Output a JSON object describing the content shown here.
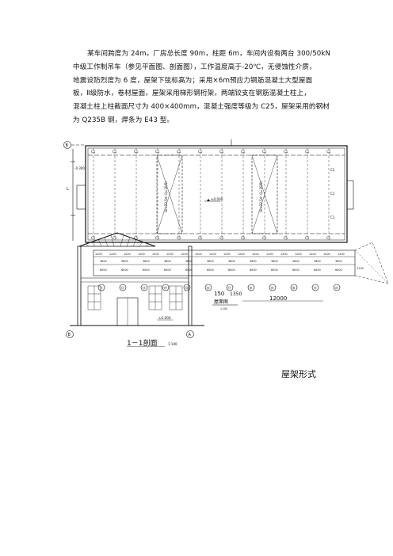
{
  "problem": {
    "lines": [
      "某车间跨度为 24m，厂房总长度 90m，柱距 6m，车间内设有两台 300/50kN",
      "中级工作制吊车（参见平面图、剖面图），工作温度高于-20℃，无侵蚀性介质，",
      "地震设防烈度为 6 度，屋架下弦标高为；采用×6ｍ预应力钢筋混凝土大型屋面",
      "板，Ⅱ级防水，卷材屋面，屋架采用梯形钢桁架，两端铰支在钢筋混凝土柱上，",
      "混凝土柱上柱截面尺寸为 400×400mm，混凝土强度等级为 C25，屋架采用的钢材",
      "为 Q235B 钢，焊条为 E43 型。"
    ]
  },
  "plan": {
    "axis_top": "1",
    "axis_left": "B",
    "column_label": "C1",
    "elevation_left": "-0.300",
    "elevation_center": "±0.000",
    "crane_left": "Lk=22.5m Q=30/5t",
    "crane_right": "Lk=22.5m Q=30/5t",
    "span_label": "L"
  },
  "roof_plan": {
    "spans_top": [
      "1200",
      "1200",
      "1200",
      "1200",
      "1200",
      "1200",
      "1200",
      "1200",
      "1200",
      "1200",
      "1200",
      "1200",
      "1200",
      "1200",
      "1200",
      "1200",
      "1200",
      "1200"
    ],
    "spans_mid": [
      "3600",
      "3600",
      "3600",
      "3600",
      "3600",
      "3600",
      "3600",
      "3600",
      "3600",
      "3600",
      "3600",
      "3600"
    ],
    "spans_bot": [
      "6000",
      "6000",
      "6000",
      "6000",
      "6000",
      "6000",
      "6000",
      "6000",
      "6000",
      "6000",
      "6000",
      "6000"
    ],
    "axes": [
      "⑪",
      "⑫",
      "⑬",
      "⑭",
      "⑮",
      "⑯",
      "⑰",
      "⑱",
      "⑲",
      "⑳",
      "㉑",
      "㉒"
    ],
    "title": "屋面图",
    "scale": "1:100",
    "dim_left": "150",
    "dim_mid": "1350",
    "dim_total": "12000",
    "label_2140": "2140"
  },
  "section": {
    "title": "1－1剖面",
    "scale": "1:100",
    "axis_left": "B",
    "axis_right": "A",
    "elevation": "±0.000"
  },
  "caption": "屋架形式"
}
